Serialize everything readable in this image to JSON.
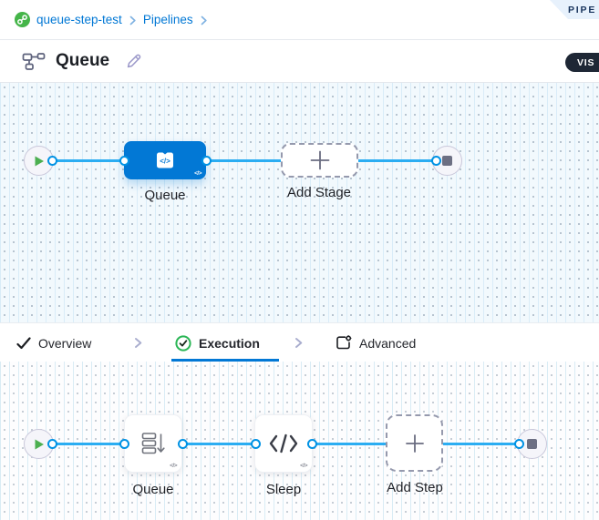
{
  "ribbon": {
    "label": "PIPE"
  },
  "breadcrumb": {
    "project": "queue-step-test",
    "section": "Pipelines"
  },
  "header": {
    "title": "Queue",
    "view_toggle": "VIS"
  },
  "tabs": {
    "overview": "Overview",
    "execution": "Execution",
    "advanced": "Advanced"
  },
  "stage_canvas": {
    "stage_label": "Queue",
    "add_stage_label": "Add Stage",
    "code_badge": "</>"
  },
  "step_canvas": {
    "queue_label": "Queue",
    "sleep_label": "Sleep",
    "add_step_label": "Add Step",
    "code_badge": "</>"
  },
  "colors": {
    "accent_blue": "#0278d5",
    "connector_blue": "#2badf2",
    "success_green": "#2bb656",
    "play_green": "#4caf50",
    "stage_node_blue": "#0278d5",
    "toggle_dark": "#1e2735"
  }
}
